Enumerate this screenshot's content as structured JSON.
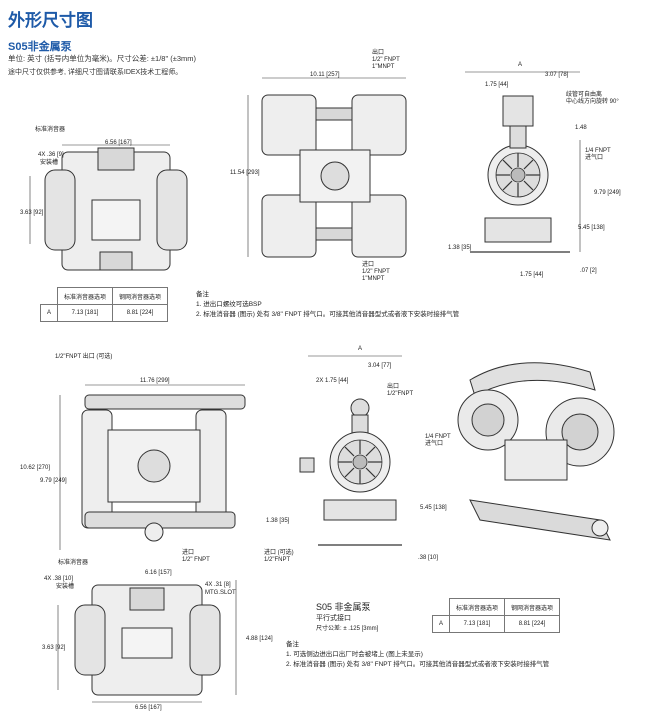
{
  "page_title": "外形尺寸图",
  "section1": {
    "heading": "S05非金属泵",
    "units_line": "单位: 英寸 (括号内单位为毫米)。尺寸公差: ±1/8\" (±3mm)",
    "ref_line": "途中尺寸仅供参考, 详细尺寸图请联系IDEX技术工程师。",
    "top_view": {
      "muffler": "标准消音器",
      "dim_width": "6.56 [167]",
      "slot": "4X .36 [9]",
      "slot_label": "安装槽",
      "dim_height": "3.63 [92]"
    },
    "front_view": {
      "dim_width": "10.11 [257]",
      "outlet": [
        "出口",
        "1/2\" FNPT",
        "1\"MNPT"
      ],
      "dim_height": "11.54 [293]",
      "inlet": [
        "进口",
        "1/2\" FNPT",
        "1\"MNPT"
      ]
    },
    "side_view": {
      "A": "A",
      "dim_top": "3.07 [78]",
      "dim_left": "1.75 [44]",
      "rotate_note": [
        "歧管可自由离",
        "中心线方向旋转 90°"
      ],
      "dim_148": "1.48",
      "air_inlet": [
        "1/4 FNPT",
        "进气口"
      ],
      "dim_979": "9.79 [249]",
      "dim_545": "5.45 [138]",
      "dim_138": "1.38 [35]",
      "dim_175b": "1.75 [44]",
      "dim_07": ".07 [2]"
    },
    "table": {
      "headers": [
        "标准消音器选项",
        "钢网消音器选项"
      ],
      "rows": [
        [
          "A",
          "7.13 [181]",
          "8.81 [224]"
        ]
      ]
    },
    "notes": {
      "title": "备注",
      "items": [
        "1. 进出口螺纹可选BSP",
        "2. 标准消音器 (图示) 处有 3/8\" FNPT 排气口。可接其他消音器型式或者液下安装时接排气管"
      ]
    }
  },
  "section2": {
    "front_view": {
      "outlet": "1/2\"FNPT 出口 (可选)",
      "dim_width": "11.76 [299]",
      "dim_h1": "10.62 [270]",
      "dim_h2": "9.79 [249]",
      "dim_138": "1.38 [35]",
      "inlet": [
        "进口",
        "1/2\" FNPT"
      ],
      "inlet_opt": [
        "进口 (可选)",
        "1/2\"FNPT"
      ]
    },
    "side_view": {
      "A": "A",
      "dim_304": "3.04 [77]",
      "dim_2x175": "2X 1.75 [44]",
      "outlet": [
        "出口",
        "1/2\"FNPT"
      ],
      "air_inlet": [
        "1/4 FNPT",
        "进气口"
      ],
      "dim_545": "5.45 [138]",
      "dim_38": ".38 [10]"
    },
    "bottom_view": {
      "muffler": "标准消音器",
      "dim_616": "6.16 [157]",
      "slot": "4X .38 [10]",
      "slot_label": "安装槽",
      "mtg": "4X .31 [8]",
      "mtg_label": "MTG.SLOT",
      "dim_363": "3.63 [92]",
      "dim_488": "4.88 [124]",
      "dim_656": "6.56 [167]"
    },
    "caption": {
      "title": "S05 非金属泵",
      "subtitle": "平行式接口",
      "tolerance": "尺寸公差: ± .125 [3mm]"
    },
    "table": {
      "headers": [
        "标准消音器选项",
        "钢网消音器选项"
      ],
      "rows": [
        [
          "A",
          "7.13 [181]",
          "8.81 [224]"
        ]
      ]
    },
    "notes": {
      "title": "备注",
      "items": [
        "1. 可选侧边进出口出厂时会被堵上 (图上未显示)",
        "2. 标准消音器 (图示) 处有 3/8\" FNPT 排气口。可接其他消音器型式或者液下安装时接排气管"
      ]
    }
  },
  "colors": {
    "heading": "#1e5aa8",
    "line": "#333333",
    "pump_fill": "#e8e8e8"
  }
}
